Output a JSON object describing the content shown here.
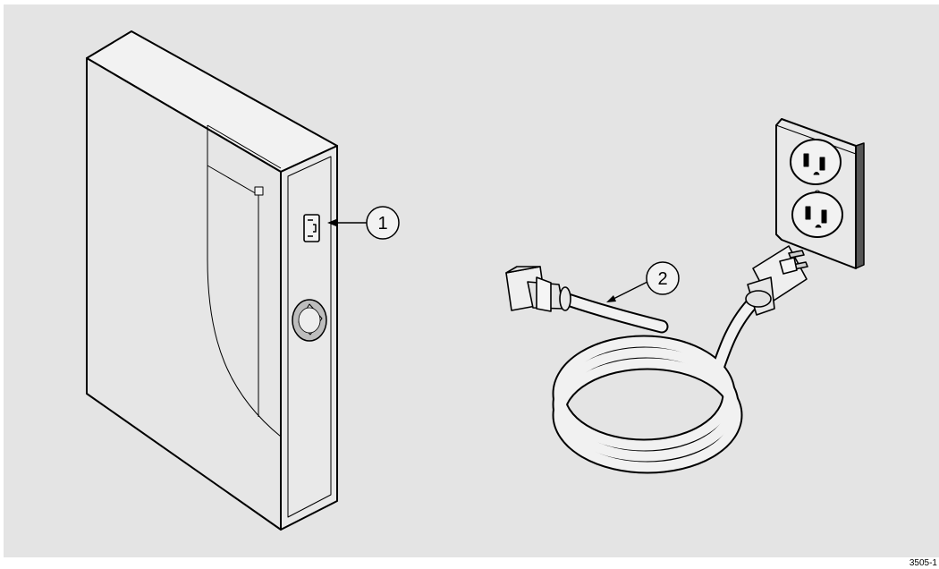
{
  "figure": {
    "background_color": "#e4e4e4",
    "callouts": [
      {
        "label": "1"
      },
      {
        "label": "2"
      }
    ],
    "figure_id": "3505-1"
  }
}
